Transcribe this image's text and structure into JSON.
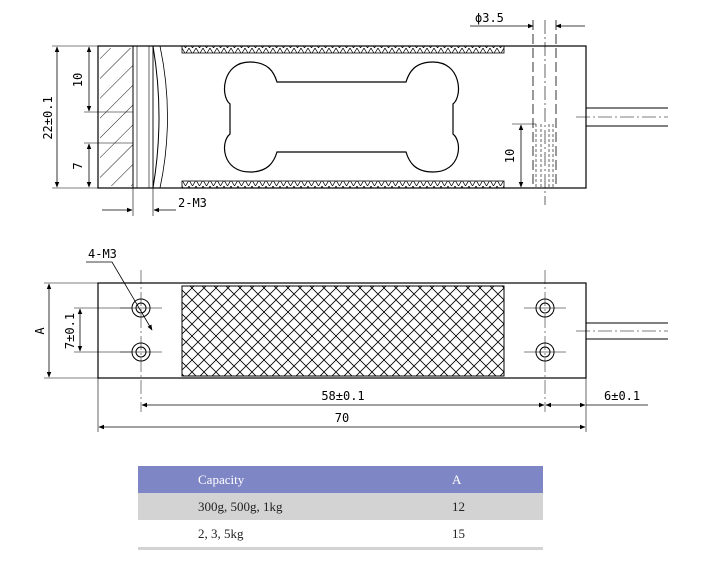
{
  "top_view": {
    "dia_label": "ϕ3.5",
    "height_label": "22±0.1",
    "upper_label": "10",
    "lower_label": "7",
    "right_label": "10",
    "thread_label": "2-M3"
  },
  "bottom_view": {
    "holes_label": "4-M3",
    "width_label": "A",
    "spacing_label": "7±0.1",
    "hole_span_label": "58±0.1",
    "edge_label": "6±0.1",
    "length_label": "70"
  },
  "table": {
    "headers": [
      "Capacity",
      "A"
    ],
    "rows": [
      [
        "300g, 500g, 1kg",
        "12"
      ],
      [
        "2, 3, 5kg",
        "15"
      ]
    ]
  }
}
